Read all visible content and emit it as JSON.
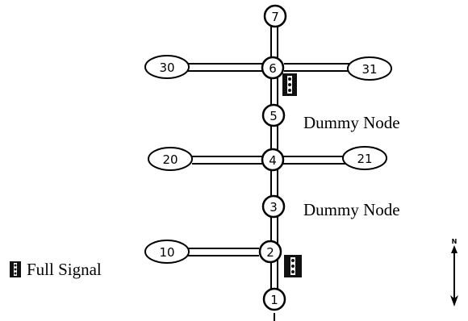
{
  "nodes": {
    "n1": "1",
    "n2": "2",
    "n3": "3",
    "n4": "4",
    "n5": "5",
    "n6": "6",
    "n7": "7"
  },
  "zones": {
    "z10": "10",
    "z20": "20",
    "z21": "21",
    "z30": "30",
    "z31": "31"
  },
  "labels": {
    "dummy_upper": "Dummy Node",
    "dummy_lower": "Dummy Node",
    "legend": "Full Signal"
  },
  "north": "N",
  "colors": {
    "ink": "#000000",
    "background": "#ffffff"
  }
}
